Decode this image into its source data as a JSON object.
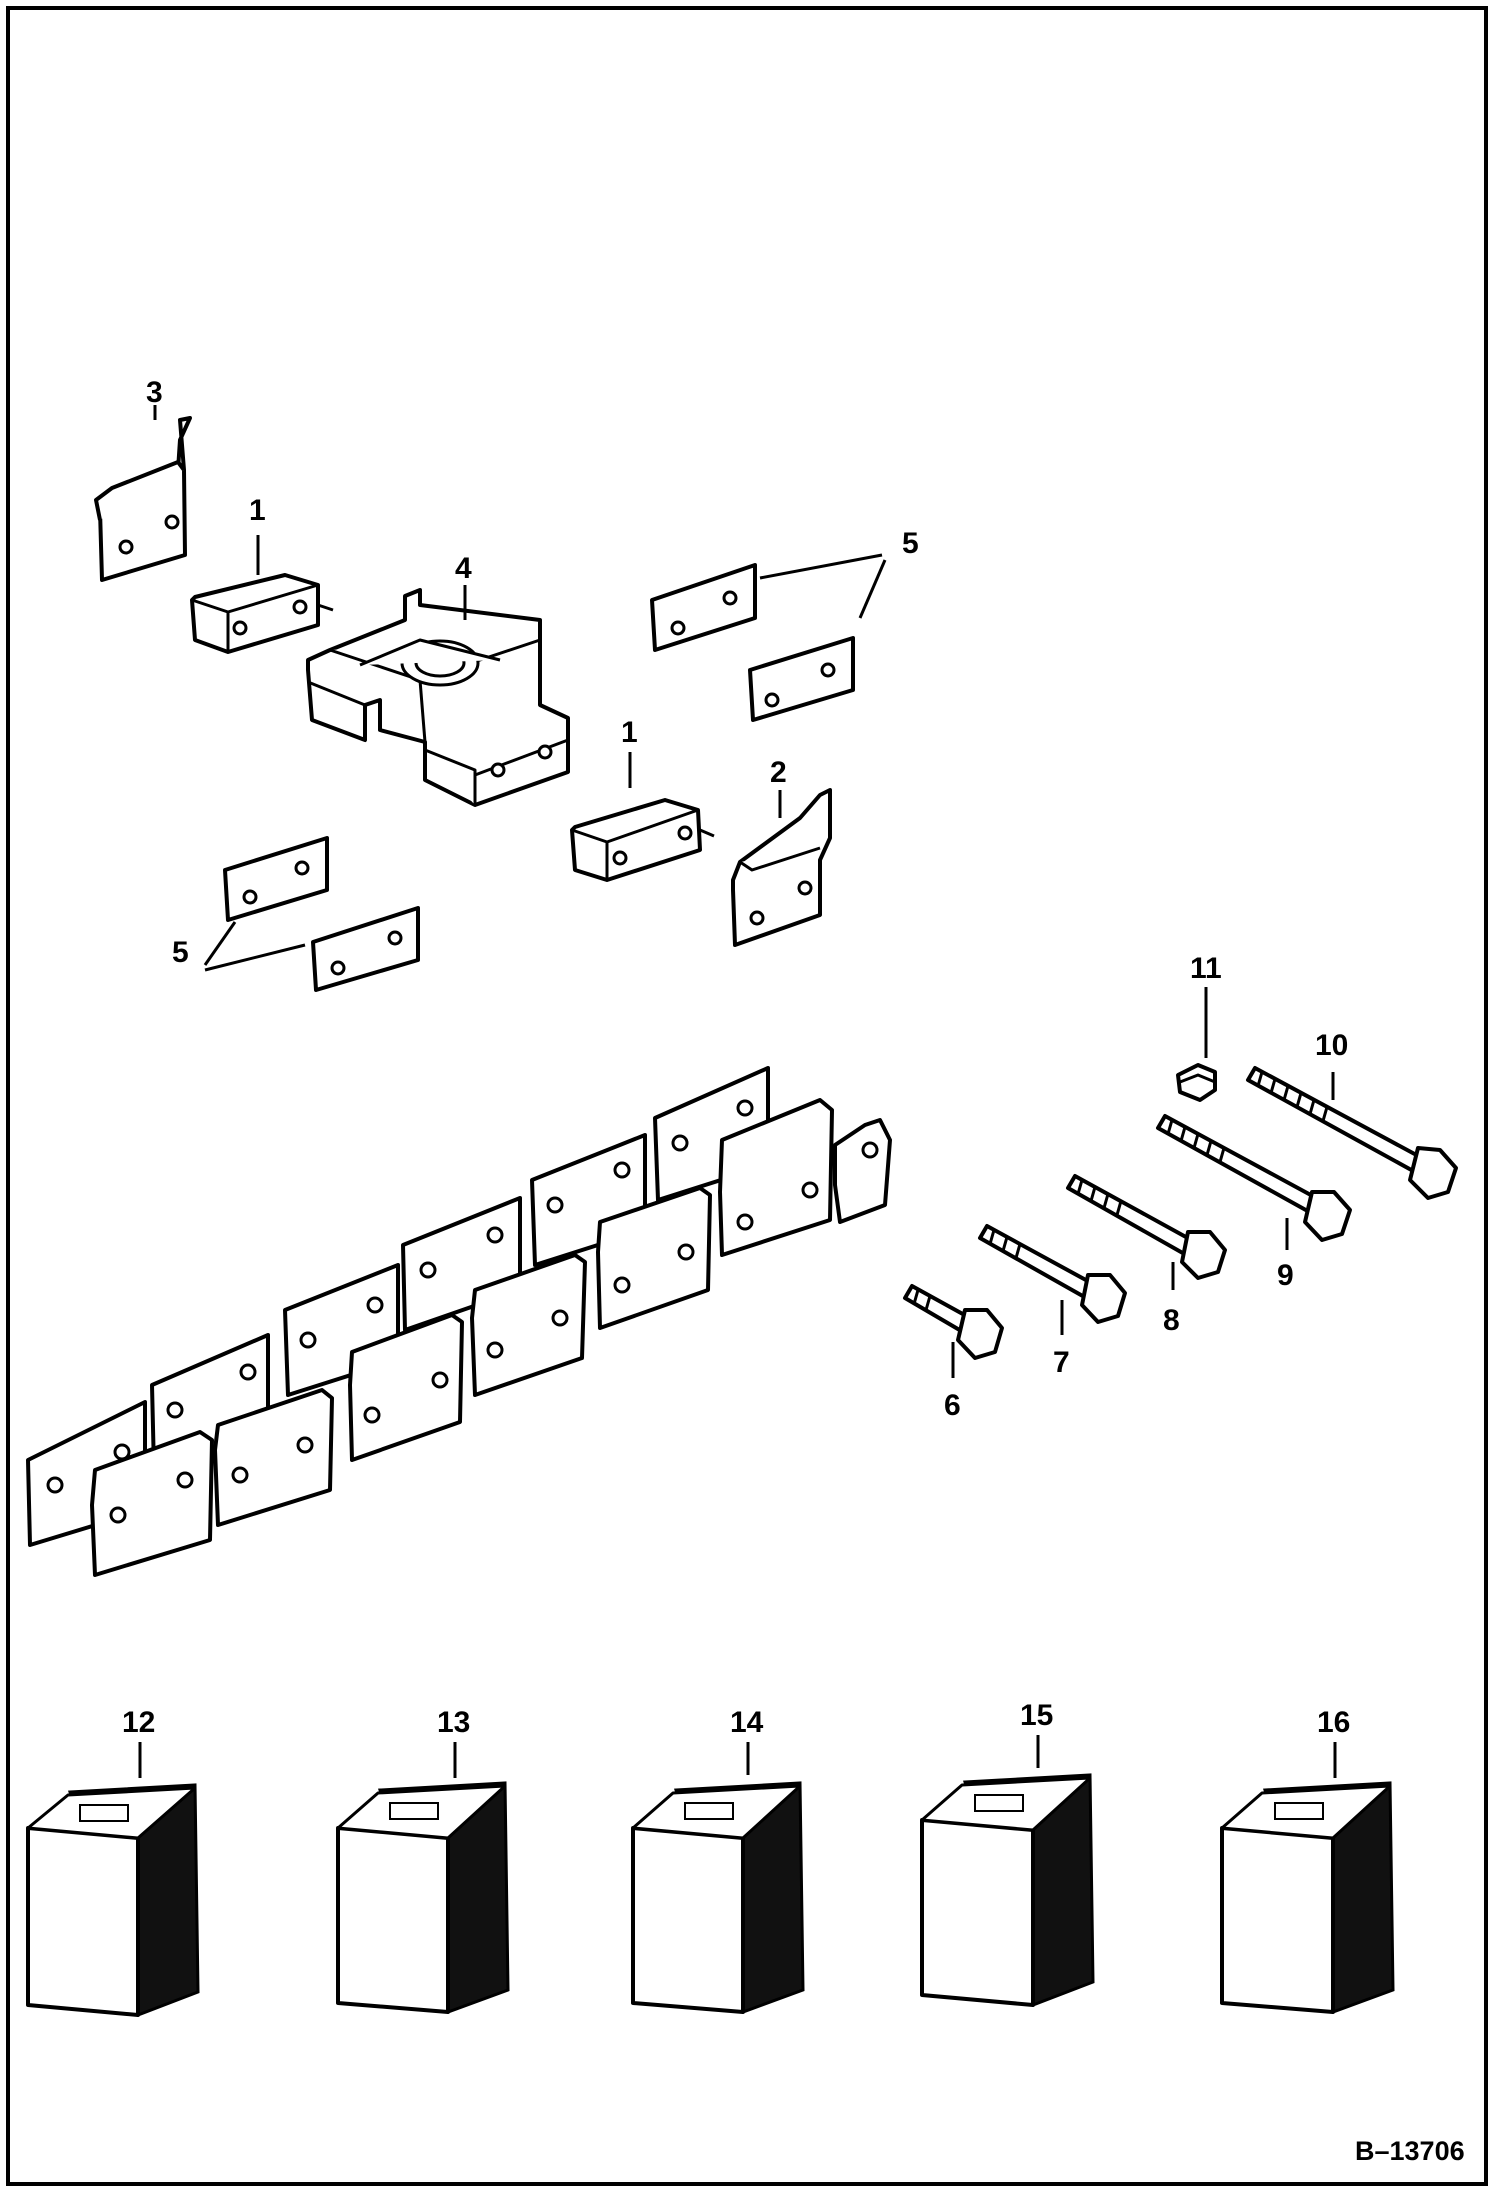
{
  "diagram": {
    "reference_code": "B–13706",
    "labels": [
      {
        "id": "label-1a",
        "text": "1"
      },
      {
        "id": "label-1b",
        "text": "1"
      },
      {
        "id": "label-2",
        "text": "2"
      },
      {
        "id": "label-3",
        "text": "3"
      },
      {
        "id": "label-4",
        "text": "4"
      },
      {
        "id": "label-5a",
        "text": "5"
      },
      {
        "id": "label-5b",
        "text": "5"
      },
      {
        "id": "label-6",
        "text": "6"
      },
      {
        "id": "label-7",
        "text": "7"
      },
      {
        "id": "label-8",
        "text": "8"
      },
      {
        "id": "label-9",
        "text": "9"
      },
      {
        "id": "label-10",
        "text": "10"
      },
      {
        "id": "label-11",
        "text": "11"
      },
      {
        "id": "label-12",
        "text": "12"
      },
      {
        "id": "label-13",
        "text": "13"
      },
      {
        "id": "label-14",
        "text": "14"
      },
      {
        "id": "label-15",
        "text": "15"
      },
      {
        "id": "label-16",
        "text": "16"
      }
    ]
  }
}
